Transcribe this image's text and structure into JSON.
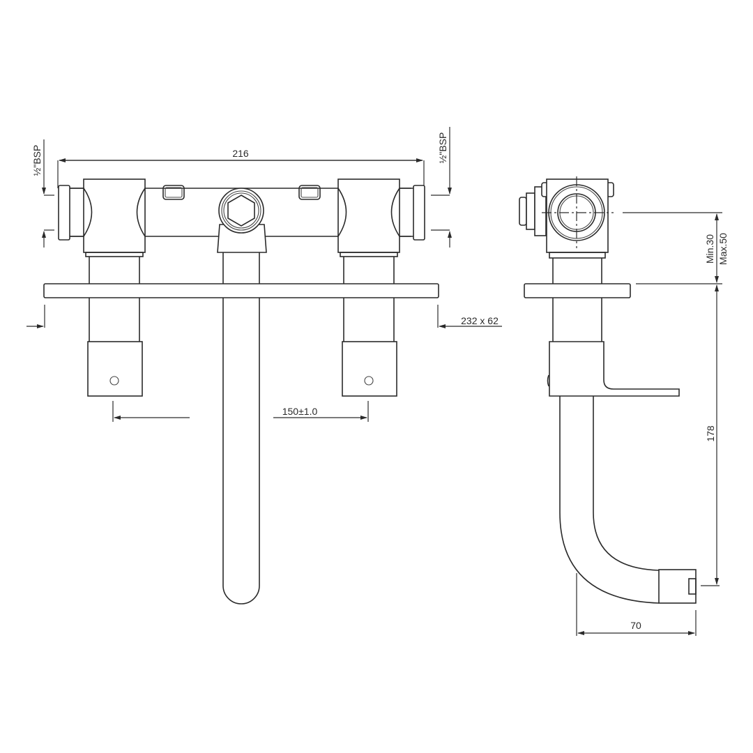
{
  "drawing": {
    "title": "Wall-mounted basin mixer technical drawing",
    "views": [
      "front-view",
      "side-view"
    ],
    "line_color": "#2a2a2a",
    "background": "#ffffff"
  },
  "front_view": {
    "dim_overall_width": "216",
    "dim_inlet_left": "½\"BSP",
    "dim_inlet_right": "½\"BSP",
    "dim_plate": "232 x 62",
    "dim_handle_centres": "150±1.0"
  },
  "side_view": {
    "dim_wall_depth": "Min.30",
    "dim_wall_depth_max": "Max.50",
    "dim_spout_height": "178",
    "dim_spout_projection": "70"
  }
}
